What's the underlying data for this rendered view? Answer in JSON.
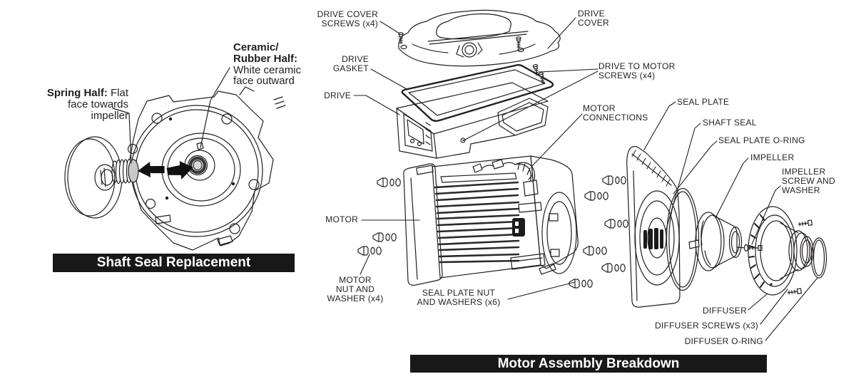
{
  "left": {
    "title": "Shaft Seal Replacement",
    "spring_label_bold": "Spring Half:",
    "spring_label_rest": " Flat\nface towards\nimpeller",
    "ceramic_label_bold": "Ceramic/\nRubber Half:",
    "ceramic_label_rest": "\nWhite ceramic\nface outward"
  },
  "right": {
    "title": "Motor Assembly Breakdown",
    "labels": {
      "drive_cover_screws": "DRIVE COVER\nSCREWS (x4)",
      "drive_cover": "DRIVE\nCOVER",
      "drive_gasket": "DRIVE\nGASKET",
      "drive": "DRIVE",
      "drive_to_motor_screws": "DRIVE TO MOTOR\nSCREWS (x4)",
      "motor_connections": "MOTOR\nCONNECTIONS",
      "seal_plate": "SEAL PLATE",
      "shaft_seal": "SHAFT SEAL",
      "seal_plate_o_ring": "SEAL PLATE O-RING",
      "impeller": "IMPELLER",
      "impeller_screw_and_washer": "IMPELLER\nSCREW AND\nWASHER",
      "motor": "MOTOR",
      "motor_nut_and_washer": "MOTOR\nNUT AND\nWASHER (x4)",
      "seal_plate_nut_and_washers": "SEAL PLATE NUT\nAND WASHERS (x6)",
      "diffuser": "DIFFUSER",
      "diffuser_screws": "DIFFUSER SCREWS (x3)",
      "diffuser_o_ring": "DIFFUSER O-RING"
    }
  },
  "colors": {
    "ink": "#231f20",
    "title_bar_bg": "#181818",
    "title_bar_text": "#ffffff",
    "page_bg": "#ffffff"
  }
}
